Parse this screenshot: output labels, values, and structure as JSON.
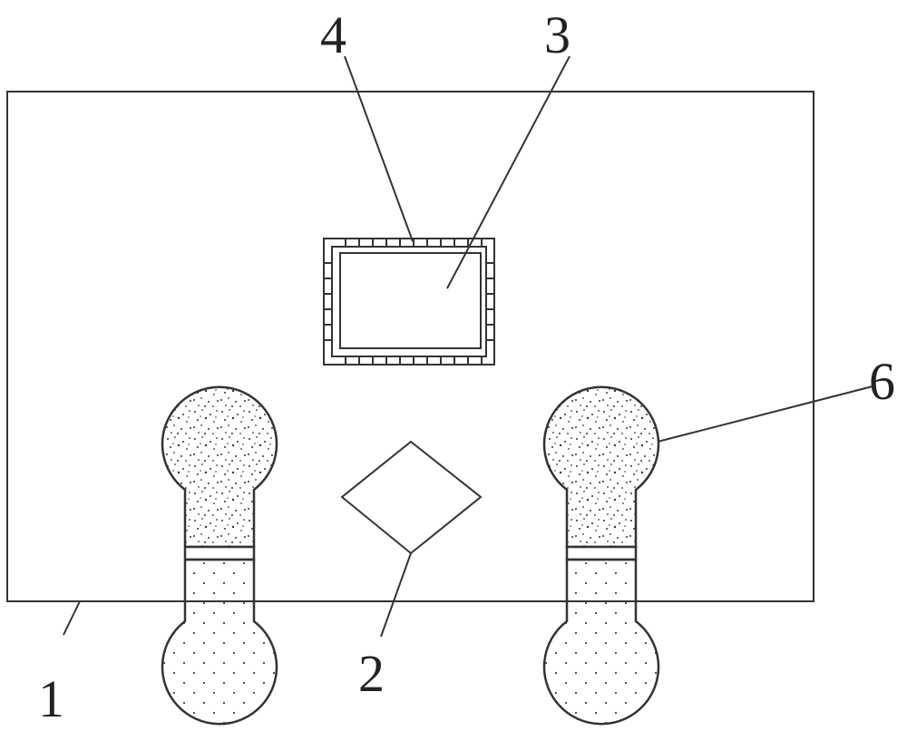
{
  "labels": {
    "body": "1",
    "diamond": "2",
    "window": "3",
    "frame": "4",
    "handle": "6"
  }
}
